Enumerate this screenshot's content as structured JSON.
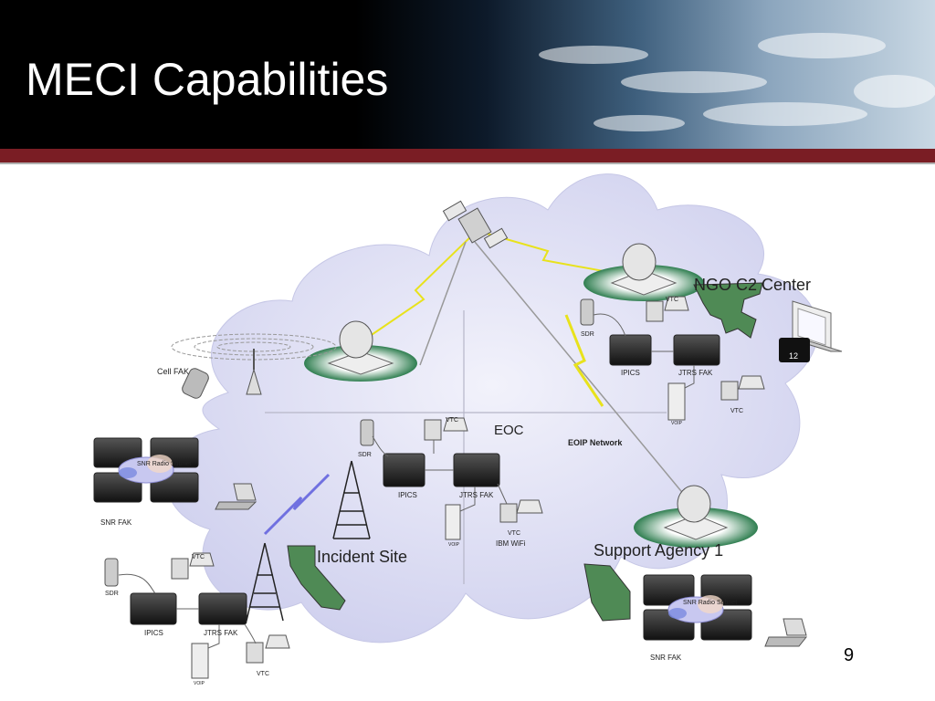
{
  "slide": {
    "title": "MECI Capabilities",
    "page_number": "9"
  },
  "colors": {
    "stripe": "#7a1d24",
    "cloud": "#d9d9f2",
    "ring": "#3d8b5a",
    "lightning": "#f2ee2a",
    "state_fill": "#5a8a5a"
  },
  "diagram": {
    "center_label": "EOIP Network",
    "sites": {
      "eoc": "EOC",
      "ngo": "NGO C2 Center",
      "incident": "Incident Site",
      "support": "Support Agency 1"
    },
    "labels": {
      "ipics": "IPICS",
      "jtrs": "JTRS FAK",
      "vtc": "VTC",
      "sdr": "SDR",
      "voip": "VOIP",
      "cell_fak": "Cell FAK",
      "snr_fak": "SNR FAK",
      "snr_subnet": "SNR Radio Subnet",
      "ibm_wifi": "IBM WiFi",
      "clock": "12"
    }
  }
}
